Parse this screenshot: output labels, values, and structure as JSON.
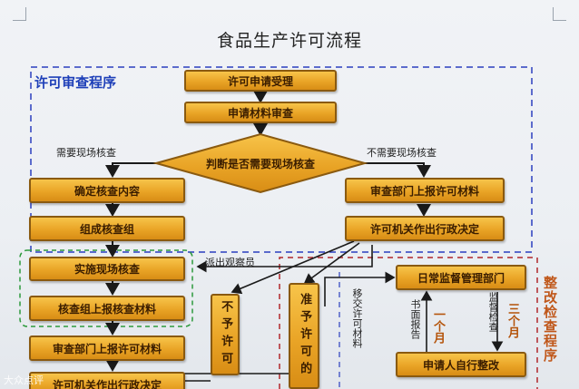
{
  "title": "食品生产许可流程",
  "sections": {
    "review": "许可审查程序",
    "rectify": "整改检查程序"
  },
  "boxes": {
    "accept": "许可申请受理",
    "material_review": "申请材料审查",
    "decision": "判断是否需要现场核查",
    "confirm_content": "确定核查内容",
    "form_team": "组成核查组",
    "onsite_check": "实施现场核查",
    "team_report": "核查组上报核查材料",
    "dept_report_left": "审查部门上报许可材料",
    "admin_decision_left": "许可机关作出行政决定",
    "dept_report_right": "审查部门上报许可材料",
    "admin_decision_right": "许可机关作出行政决定",
    "deny": "不予许可",
    "grant": "准予许可的",
    "supervision": "日常监督管理部门",
    "self_rectify": "申请人自行整改"
  },
  "labels": {
    "need_onsite": "需要现场核查",
    "no_onsite": "不需要现场核查",
    "dispatch": "派出观察员",
    "transfer": "移交许可材料",
    "written_report": "书面报告",
    "one_month": "一个月",
    "inspection": "监督检查",
    "three_months": "三个月"
  },
  "watermark": "大众点评"
}
